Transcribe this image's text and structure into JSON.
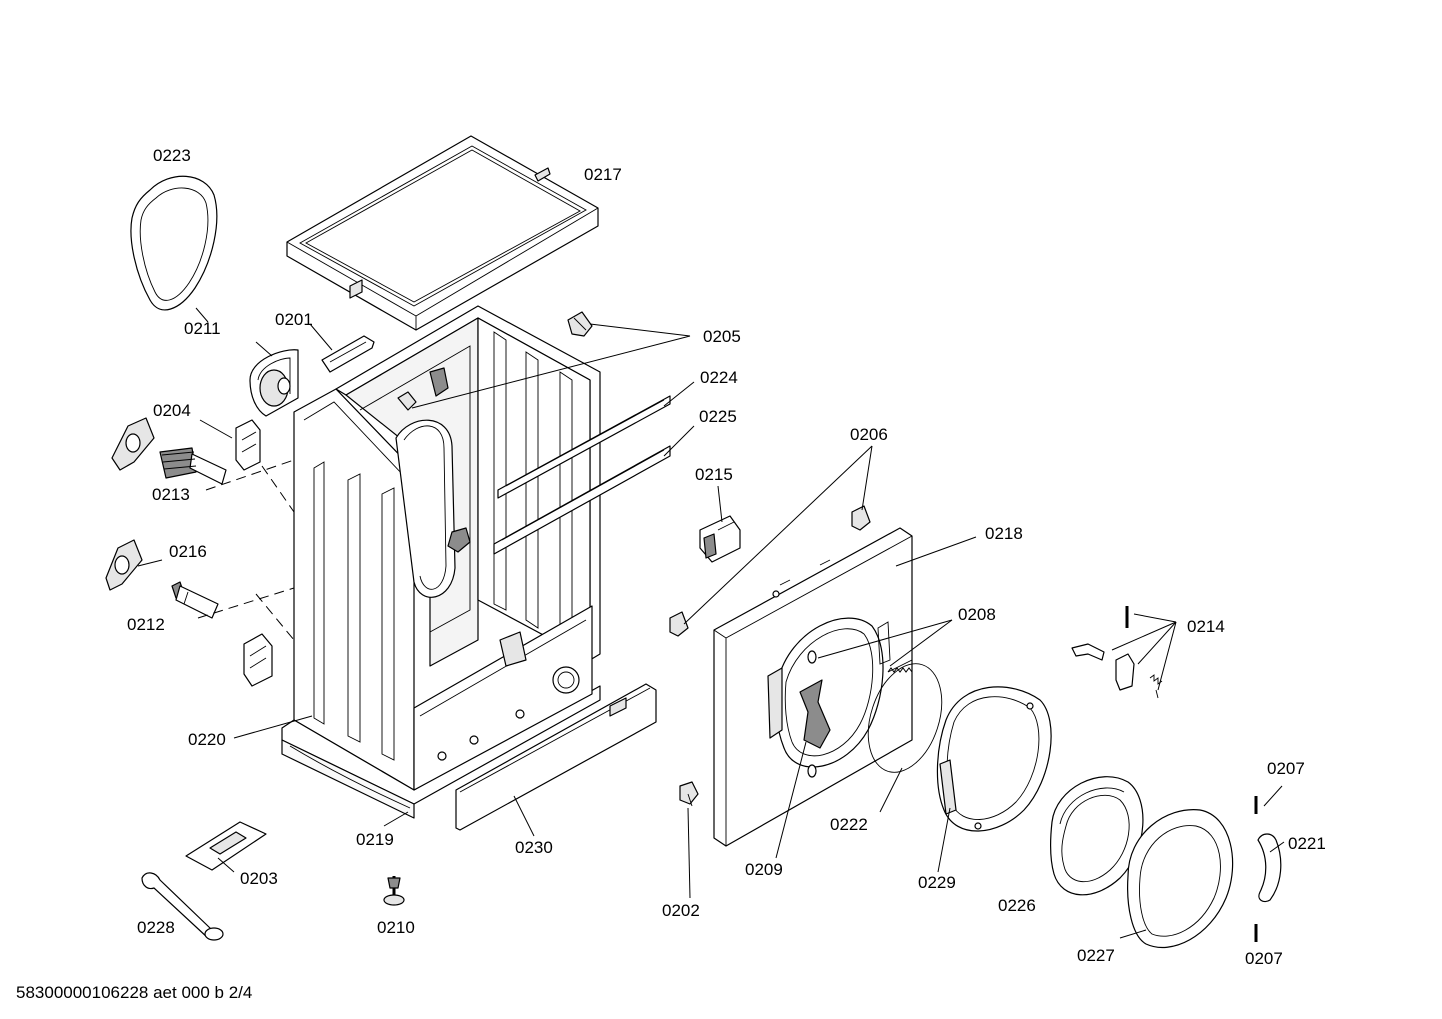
{
  "diagram": {
    "labels": {
      "p0223": "0223",
      "p0217": "0217",
      "p0211": "0211",
      "p0201": "0201",
      "p0205": "0205",
      "p0224": "0224",
      "p0204": "0204",
      "p0225": "0225",
      "p0206": "0206",
      "p0213": "0213",
      "p0215": "0215",
      "p0218": "0218",
      "p0216": "0216",
      "p0208": "0208",
      "p0214": "0214",
      "p0212": "0212",
      "p0220": "0220",
      "p0207a": "0207",
      "p0219": "0219",
      "p0230": "0230",
      "p0222": "0222",
      "p0221": "0221",
      "p0203": "0203",
      "p0209": "0209",
      "p0229": "0229",
      "p0226": "0226",
      "p0202": "0202",
      "p0228": "0228",
      "p0210": "0210",
      "p0227": "0227",
      "p0207b": "0207"
    },
    "footer": "58300000106228 aet 000 b 2/4"
  }
}
